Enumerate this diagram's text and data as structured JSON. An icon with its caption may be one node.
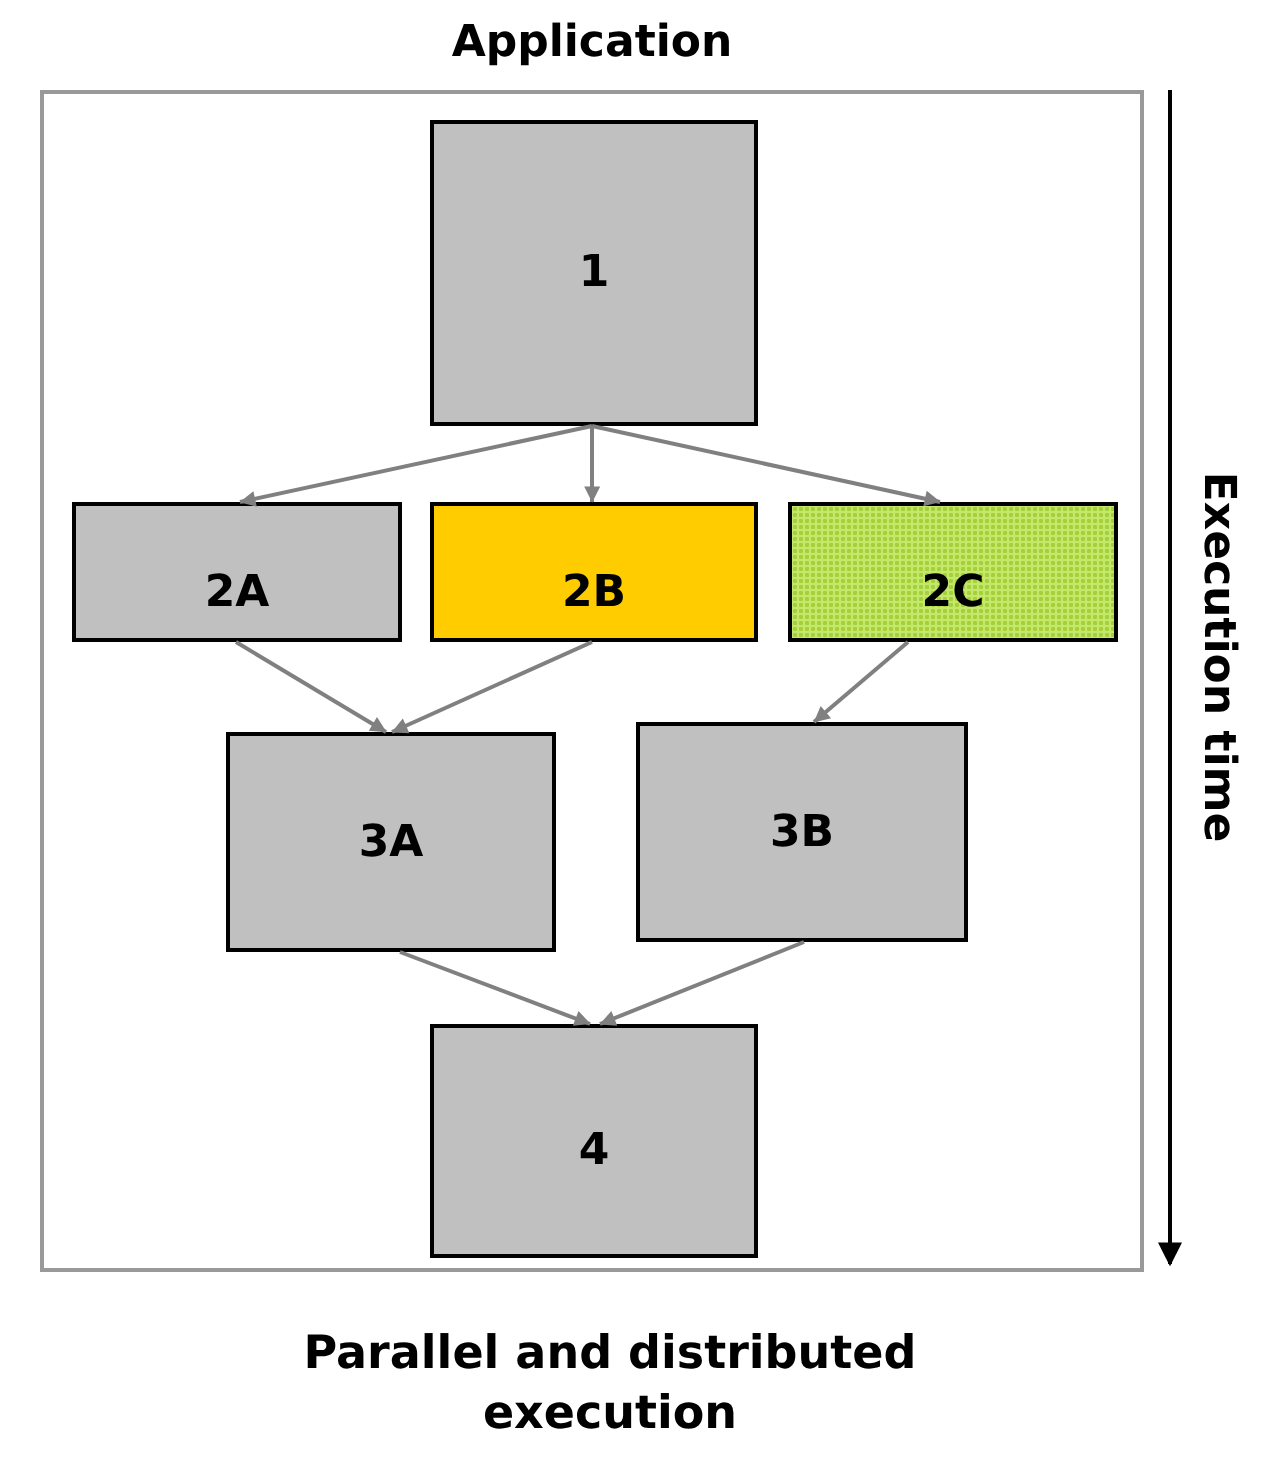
{
  "diagram": {
    "title": "Parallel and distributed execution",
    "nodes": [
      {
        "text": [
          "Application"
        ]
      },
      {
        "text": [
          "1"
        ],
        "in": 0
      },
      {
        "text": [
          "2A"
        ],
        "in": 0
      },
      {
        "text": [
          "2B"
        ],
        "in": 0
      },
      {
        "text": [
          "2C"
        ],
        "in": 0
      },
      {
        "text": [
          "3A"
        ],
        "in": 0
      },
      {
        "text": [
          "3B"
        ],
        "in": 0
      },
      {
        "text": [
          "4"
        ],
        "in": 0
      }
    ],
    "edges": [
      {
        "from": 1,
        "to": 2,
        "arrow": "to"
      },
      {
        "from": 1,
        "to": 3,
        "arrow": "to"
      },
      {
        "from": 1,
        "to": 4,
        "arrow": "to"
      },
      {
        "from": 2,
        "to": 5,
        "arrow": "to"
      },
      {
        "from": 3,
        "to": 5,
        "arrow": "to"
      },
      {
        "from": 4,
        "to": 6,
        "arrow": "to"
      },
      {
        "from": 5,
        "to": 7,
        "arrow": "to"
      },
      {
        "from": 6,
        "to": 7,
        "arrow": "to"
      }
    ],
    "labels": [
      "Execution time"
    ]
  }
}
